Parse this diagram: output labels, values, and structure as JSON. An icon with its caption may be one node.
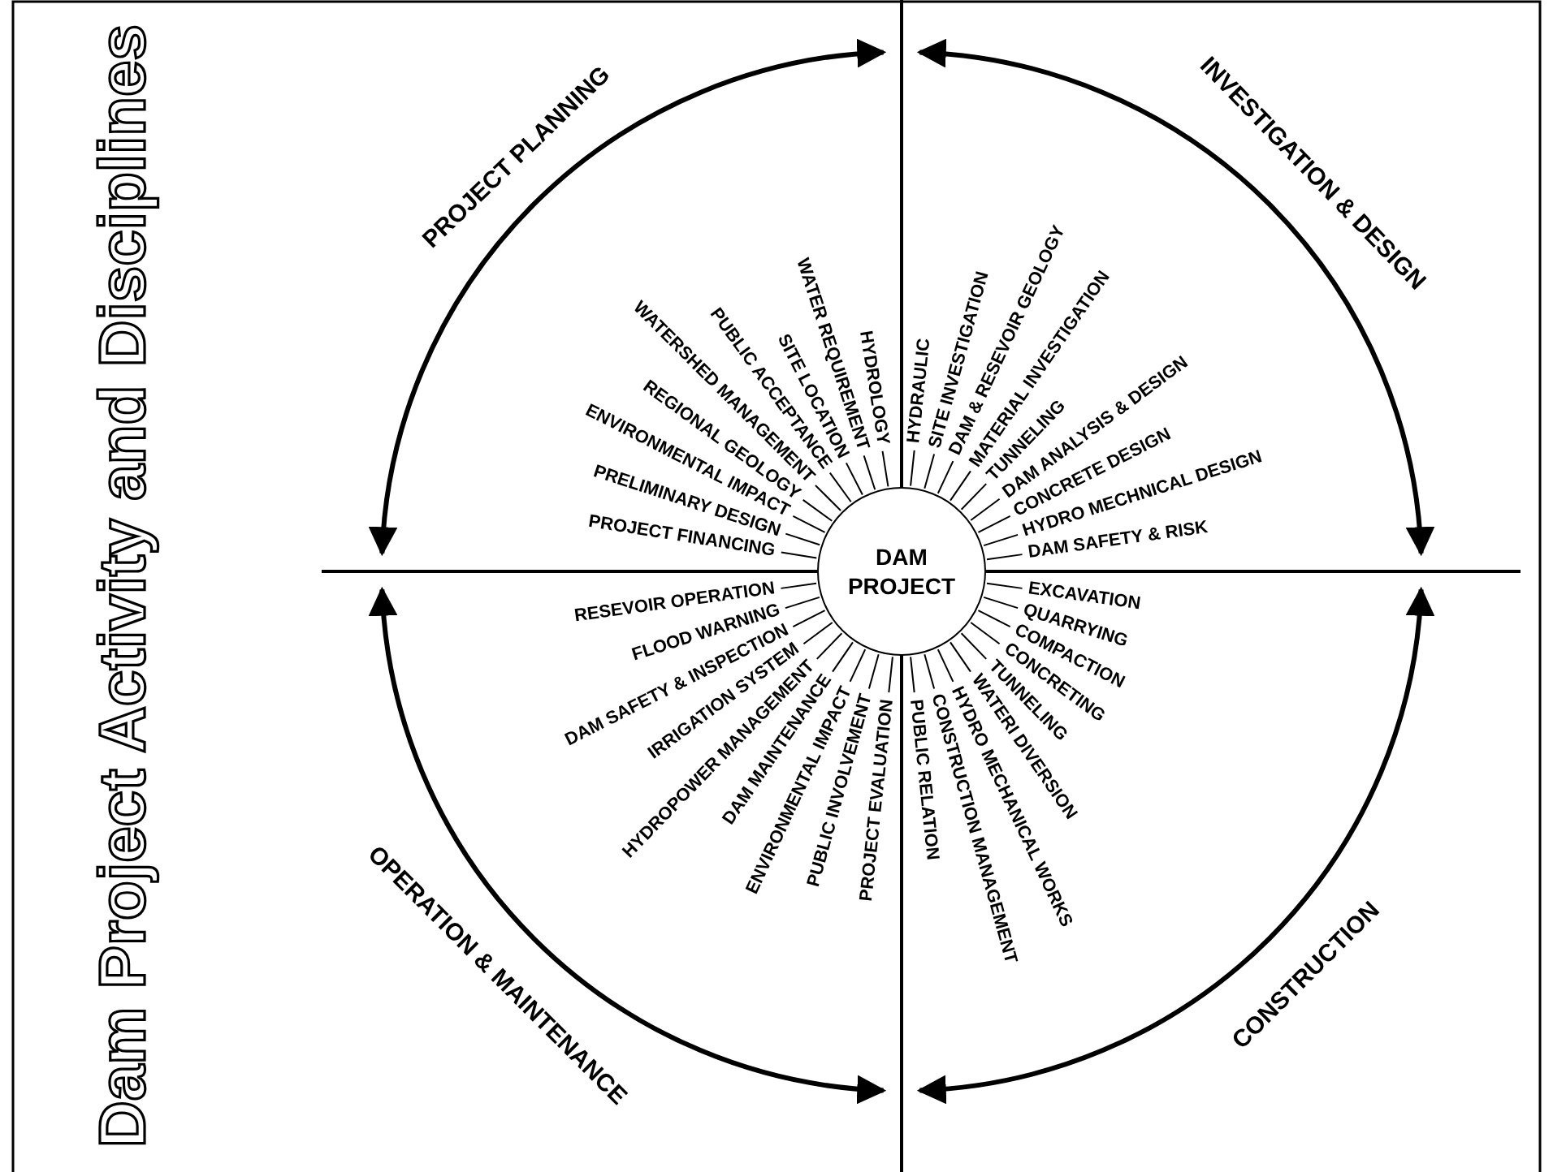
{
  "diagram": {
    "title": "Dam Project Activity and Disciplines",
    "nodes": [
      {
        "text": [
          "DAM PROJECT"
        ]
      },
      {
        "text": [
          "HYDROLOGY"
        ]
      },
      {
        "text": [
          "WATER REQUIREMENT"
        ]
      },
      {
        "text": [
          "SITE LOCATION"
        ]
      },
      {
        "text": [
          "PUBLIC ACCEPTANCE"
        ]
      },
      {
        "text": [
          "WATERSHED MANAGEMENT"
        ]
      },
      {
        "text": [
          "REGIONAL GEOLOGY"
        ]
      },
      {
        "text": [
          "ENVIRONMENTAL IMPACT"
        ]
      },
      {
        "text": [
          "PRELIMINARY DESIGN"
        ]
      },
      {
        "text": [
          "PROJECT FINANCING"
        ]
      },
      {
        "text": [
          "HYDRAULIC"
        ]
      },
      {
        "text": [
          "SITE INVESTIGATION"
        ]
      },
      {
        "text": [
          "DAM & RESEVOIR GEOLOGY"
        ]
      },
      {
        "text": [
          "MATERIAL INVESTIGATION"
        ]
      },
      {
        "text": [
          "TUNNELING"
        ]
      },
      {
        "text": [
          "DAM ANALYSIS & DESIGN"
        ]
      },
      {
        "text": [
          "CONCRETE DESIGN"
        ]
      },
      {
        "text": [
          "HYDRO MECHNICAL DESIGN"
        ]
      },
      {
        "text": [
          "DAM SAFETY & RISK"
        ]
      },
      {
        "text": [
          "RESEVOIR OPERATION"
        ]
      },
      {
        "text": [
          "FLOOD WARNING"
        ]
      },
      {
        "text": [
          "DAM SAFETY & INSPECTION"
        ]
      },
      {
        "text": [
          "IRRIGATION SYSTEM"
        ]
      },
      {
        "text": [
          "HYDROPOWER MANAGEMENT"
        ]
      },
      {
        "text": [
          "DAM MAINTENANCE"
        ]
      },
      {
        "text": [
          "ENVIRONMENTAL IMPACT"
        ]
      },
      {
        "text": [
          "PUBLIC INVOLVEMENT"
        ]
      },
      {
        "text": [
          "PROJECT EVALUATION"
        ]
      },
      {
        "text": [
          "EXCAVATION"
        ]
      },
      {
        "text": [
          "QUARRYING"
        ]
      },
      {
        "text": [
          "COMPACTION"
        ]
      },
      {
        "text": [
          "CONCRETING"
        ]
      },
      {
        "text": [
          "TUNNELING"
        ]
      },
      {
        "text": [
          "WATERI DIVERSION"
        ]
      },
      {
        "text": [
          "HYDRO MECHANICAL WORKS"
        ]
      },
      {
        "text": [
          "CONSTRUCTION MANAGEMENT"
        ]
      },
      {
        "text": [
          "PUBLIC RELATION"
        ]
      }
    ],
    "edges": [
      {
        "from": 0,
        "to": 1,
        "arrow": "none"
      },
      {
        "from": 0,
        "to": 2,
        "arrow": "none"
      },
      {
        "from": 0,
        "to": 3,
        "arrow": "none"
      },
      {
        "from": 0,
        "to": 4,
        "arrow": "none"
      },
      {
        "from": 0,
        "to": 5,
        "arrow": "none"
      },
      {
        "from": 0,
        "to": 6,
        "arrow": "none"
      },
      {
        "from": 0,
        "to": 7,
        "arrow": "none"
      },
      {
        "from": 0,
        "to": 8,
        "arrow": "none"
      },
      {
        "from": 0,
        "to": 9,
        "arrow": "none"
      },
      {
        "from": 0,
        "to": 10,
        "arrow": "none"
      },
      {
        "from": 0,
        "to": 11,
        "arrow": "none"
      },
      {
        "from": 0,
        "to": 12,
        "arrow": "none"
      },
      {
        "from": 0,
        "to": 13,
        "arrow": "none"
      },
      {
        "from": 0,
        "to": 14,
        "arrow": "none"
      },
      {
        "from": 0,
        "to": 15,
        "arrow": "none"
      },
      {
        "from": 0,
        "to": 16,
        "arrow": "none"
      },
      {
        "from": 0,
        "to": 17,
        "arrow": "none"
      },
      {
        "from": 0,
        "to": 18,
        "arrow": "none"
      },
      {
        "from": 0,
        "to": 19,
        "arrow": "none"
      },
      {
        "from": 0,
        "to": 20,
        "arrow": "none"
      },
      {
        "from": 0,
        "to": 21,
        "arrow": "none"
      },
      {
        "from": 0,
        "to": 22,
        "arrow": "none"
      },
      {
        "from": 0,
        "to": 23,
        "arrow": "none"
      },
      {
        "from": 0,
        "to": 24,
        "arrow": "none"
      },
      {
        "from": 0,
        "to": 25,
        "arrow": "none"
      },
      {
        "from": 0,
        "to": 26,
        "arrow": "none"
      },
      {
        "from": 0,
        "to": 27,
        "arrow": "none"
      },
      {
        "from": 0,
        "to": 28,
        "arrow": "none"
      },
      {
        "from": 0,
        "to": 29,
        "arrow": "none"
      },
      {
        "from": 0,
        "to": 30,
        "arrow": "none"
      },
      {
        "from": 0,
        "to": 31,
        "arrow": "none"
      },
      {
        "from": 0,
        "to": 32,
        "arrow": "none"
      },
      {
        "from": 0,
        "to": 33,
        "arrow": "none"
      },
      {
        "from": 0,
        "to": 34,
        "arrow": "none"
      },
      {
        "from": 0,
        "to": 35,
        "arrow": "none"
      },
      {
        "from": 0,
        "to": 36,
        "arrow": "none"
      }
    ],
    "labels": [
      "PROJECT PLANNING",
      "INVESTIGATION & DESIGN",
      "OPERATION & MAINTENANCE",
      "CONSTRUCTION"
    ]
  }
}
